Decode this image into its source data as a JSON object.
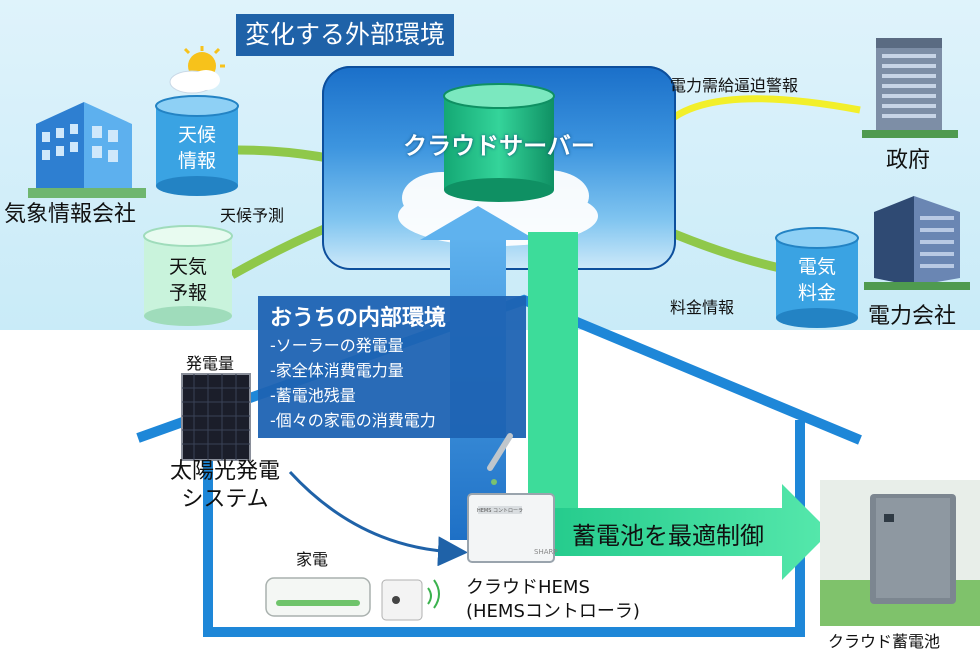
{
  "title": "変化する外部環境",
  "cloud_server": "クラウドサーバー",
  "weather_company": "気象情報会社",
  "weather_info": {
    "line1": "天候",
    "line2": "情報"
  },
  "weather_forecast_label": "天候予測",
  "weather_report": {
    "line1": "天気",
    "line2": "予報"
  },
  "government": "政府",
  "power_alert": "電力需給逼迫警報",
  "power_company": "電力会社",
  "electricity_rate": {
    "line1": "電気",
    "line2": "料金"
  },
  "rate_info": "料金情報",
  "internal": {
    "title": "おうちの内部環境",
    "items": [
      "-ソーラーの発電量",
      "-家全体消費電力量",
      "-蓄電池残量",
      "-個々の家電の消費電力"
    ]
  },
  "generation_label": "発電量",
  "solar": {
    "line1": "太陽光発電",
    "line2": "システム"
  },
  "appliance_label": "家電",
  "hems": {
    "line1": "クラウドHEMS",
    "line2": "(HEMSコントローラ)"
  },
  "battery_control": "蓄電池を最適制御",
  "cloud_battery": "クラウド蓄電池",
  "device_brand": "SHARP",
  "device_panel_text": "HEMS コントローラ",
  "colors": {
    "title_bg": "#1f62a8",
    "blue_arrow": "#2a87d6",
    "green_arrow": "#3ddc9a",
    "house_outline": "#1e87d8",
    "cylinder_blue": "#3aa3e3",
    "cylinder_green": "#c9f3dc",
    "yellow_arrow": "#f2ef2a",
    "green_curve": "#8fc84a"
  }
}
